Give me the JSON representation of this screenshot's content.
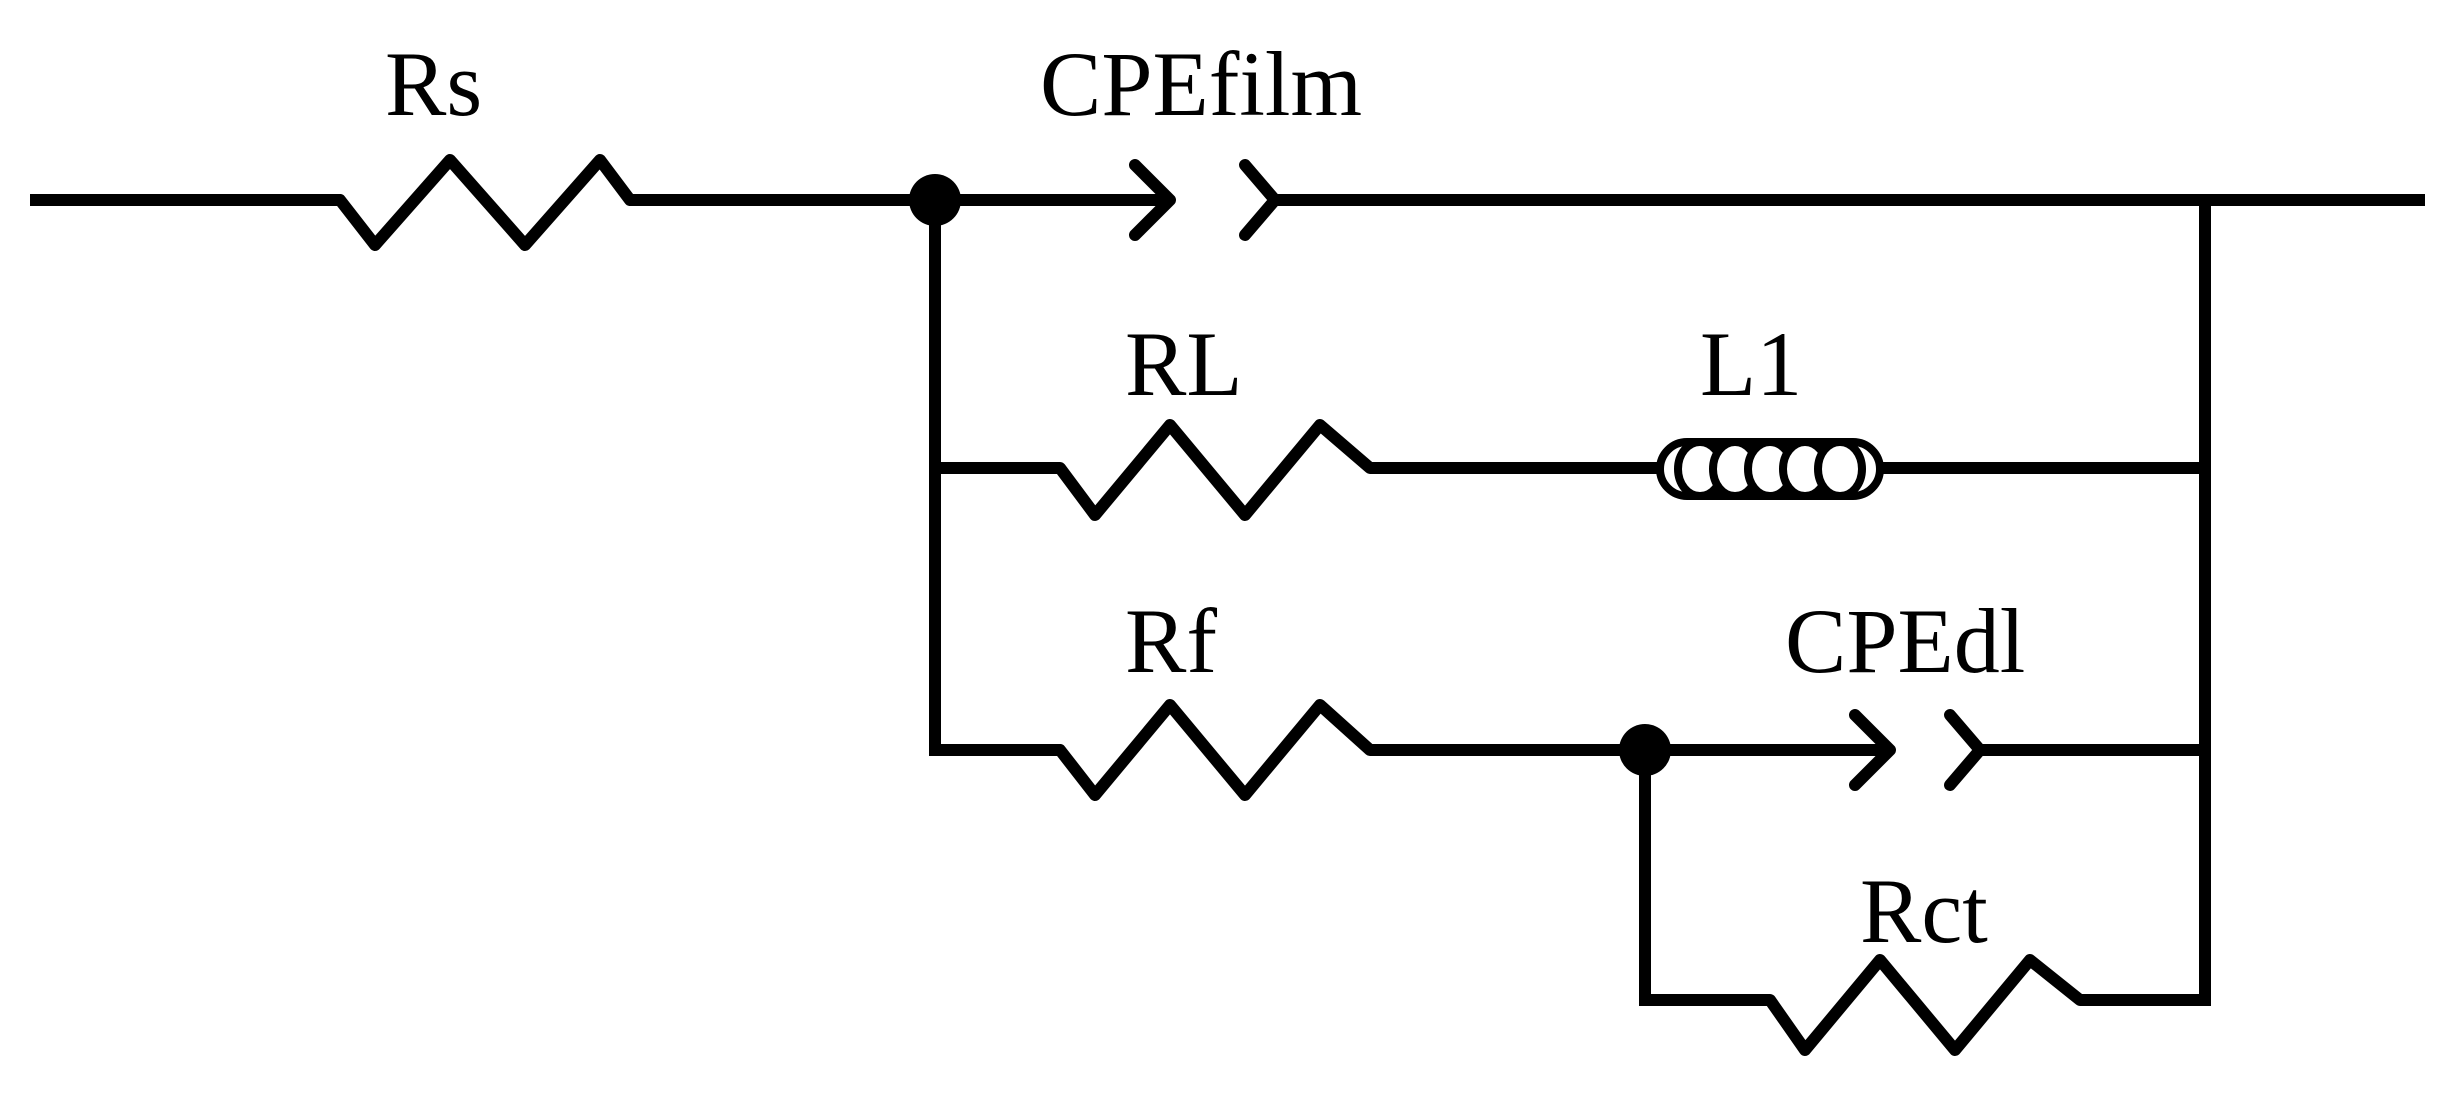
{
  "diagram": {
    "type": "equivalent-circuit",
    "components": {
      "rs": {
        "kind": "resistor",
        "label": "Rs"
      },
      "cpe_film": {
        "kind": "constant-phase-element",
        "label": "CPEfilm"
      },
      "rl": {
        "kind": "resistor",
        "label": "RL"
      },
      "l1": {
        "kind": "inductor",
        "label": "L1"
      },
      "rf": {
        "kind": "resistor",
        "label": "Rf"
      },
      "cpe_dl": {
        "kind": "constant-phase-element",
        "label": "CPEdl"
      },
      "rct": {
        "kind": "resistor",
        "label": "Rct"
      }
    },
    "colors": {
      "line": "#000000",
      "background": "#ffffff"
    }
  }
}
